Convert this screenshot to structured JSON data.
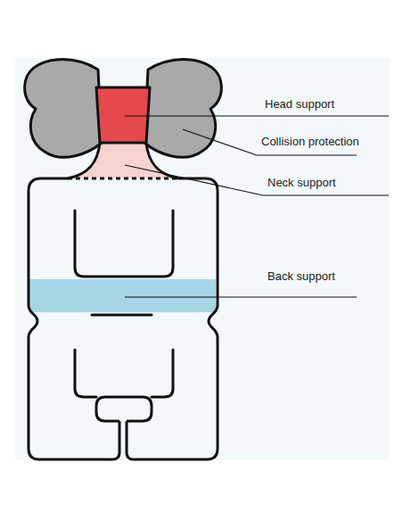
{
  "diagram": {
    "labels": [
      "Head support",
      "Collision protection",
      "Neck support",
      "Back support"
    ]
  }
}
